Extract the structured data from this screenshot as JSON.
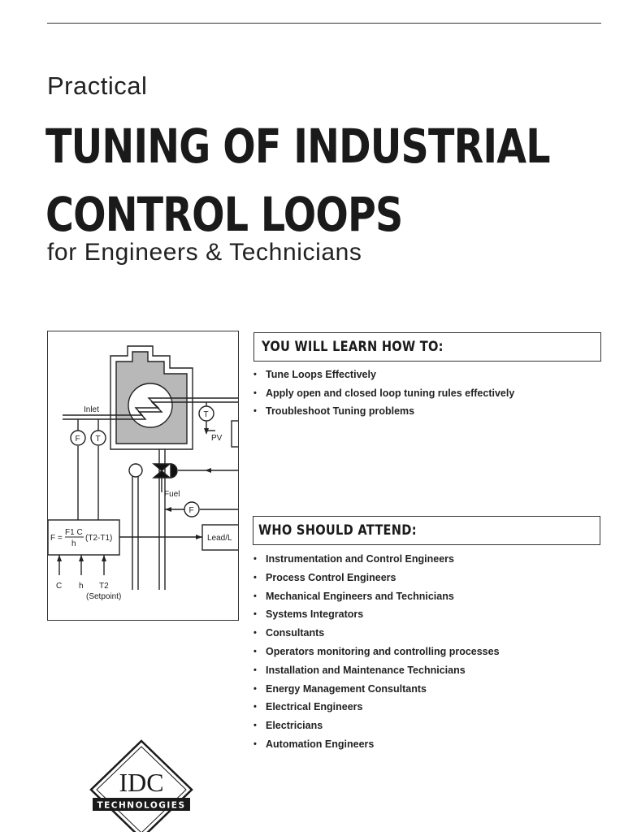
{
  "cover": {
    "kicker": "Practical",
    "title_line1": "TUNING OF INDUSTRIAL",
    "title_line2": "CONTROL LOOPS",
    "subtitle": "for Engineers & Technicians"
  },
  "figure": {
    "labels": {
      "inlet": "Inlet",
      "pv": "PV",
      "fuel": "Fuel",
      "f": "F",
      "t": "T",
      "formula_prefix": "F =",
      "formula_num": "F1 C",
      "formula_den": "h",
      "formula_suffix": "(T2-T1)",
      "lead_lag": "Lead/L",
      "input_c": "C",
      "input_h": "h",
      "input_t2": "T2",
      "setpoint": "(Setpoint)"
    }
  },
  "learn": {
    "header": "YOU WILL LEARN HOW TO:",
    "items": [
      "Tune Loops Effectively",
      "Apply open and closed loop tuning rules effectively",
      "Troubleshoot Tuning problems"
    ]
  },
  "attend": {
    "header": "WHO SHOULD ATTEND:",
    "items": [
      "Instrumentation and Control Engineers",
      "Process Control Engineers",
      "Mechanical Engineers and Technicians",
      "Systems Integrators",
      "Consultants",
      "Operators monitoring and controlling processes",
      "Installation and Maintenance Technicians",
      "Energy Management Consultants",
      "Electrical Engineers",
      "Electricians",
      "Automation Engineers"
    ]
  },
  "logo": {
    "text": "IDC",
    "tagline": "TECHNOLOGIES"
  }
}
